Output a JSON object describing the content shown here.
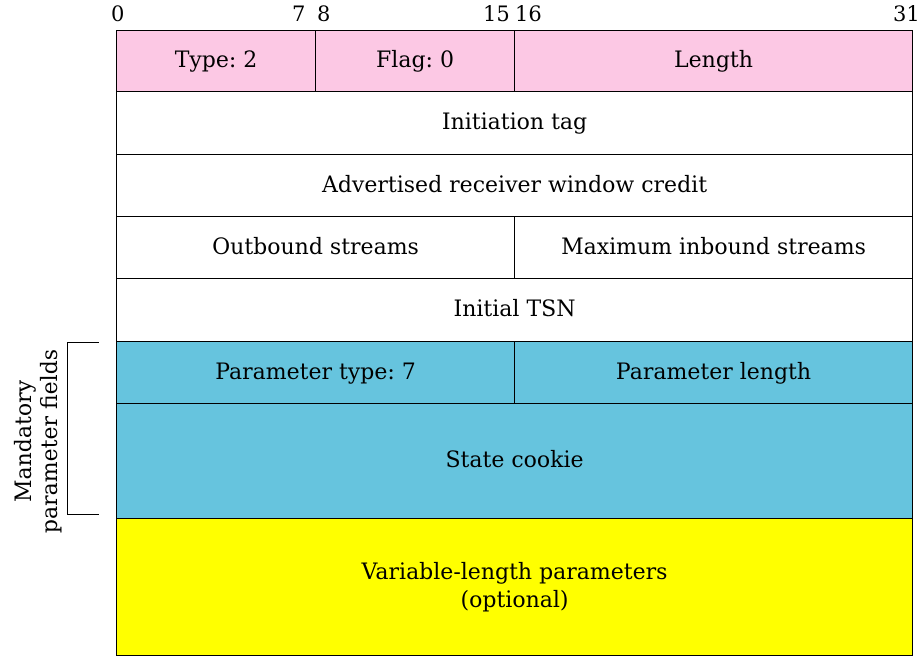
{
  "bit_labels": [
    "0",
    "7",
    "8",
    "15",
    "16",
    "31"
  ],
  "header": {
    "type": "Type: 2",
    "flag": "Flag: 0",
    "length": "Length"
  },
  "rows": {
    "initiation_tag": "Initiation tag",
    "receiver_window": "Advertised receiver window credit",
    "outbound_streams": "Outbound streams",
    "max_inbound_streams": "Maximum inbound streams",
    "initial_tsn": "Initial TSN"
  },
  "mandatory": {
    "label_line1": "Mandatory",
    "label_line2": "parameter fields",
    "parameter_type": "Parameter type: 7",
    "parameter_length": "Parameter length",
    "state_cookie": "State cookie"
  },
  "variable": {
    "line1": "Variable-length parameters",
    "line2": "(optional)"
  },
  "colors": {
    "header": "#fcc8e4",
    "mandatory": "#66c4de",
    "variable": "#ffff00"
  }
}
